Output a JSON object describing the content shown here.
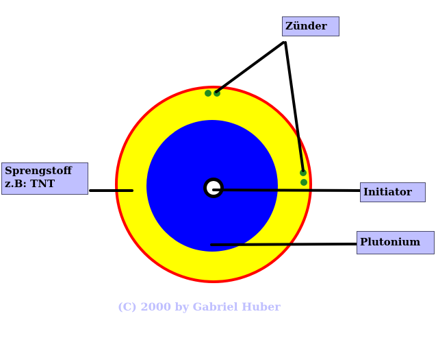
{
  "labels": {
    "zuender": "Zünder",
    "sprengstoff_line1": "Sprengstoff",
    "sprengstoff_line2": "z.B: TNT",
    "initiator": "Initiator",
    "plutonium": "Plutonium"
  },
  "copyright": "(C) 2000 by Gabriel Huber",
  "colors": {
    "outer_ring": "#ff0000",
    "explosive": "#ffff00",
    "plutonium": "#0000ff",
    "initiator_ring": "#000000",
    "initiator_core": "#ffffff",
    "detonator": "#228b22",
    "label_background": "#c0c0ff",
    "copyright_text": "#c0c0ff",
    "leader_line": "#000000"
  }
}
